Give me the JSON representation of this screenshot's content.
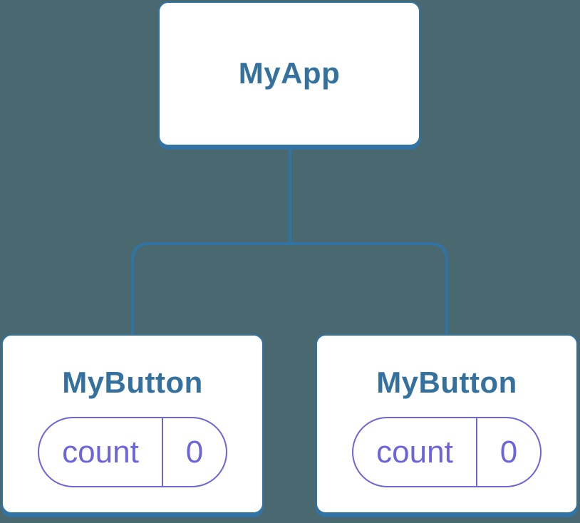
{
  "diagram": {
    "description": "component-tree",
    "root": {
      "label": "MyApp"
    },
    "children": [
      {
        "label": "MyButton",
        "state": {
          "key": "count",
          "value": "0"
        }
      },
      {
        "label": "MyButton",
        "state": {
          "key": "count",
          "value": "0"
        }
      }
    ]
  },
  "colors": {
    "background": "#4A6870",
    "node_fill": "#FFFFFF",
    "stroke_blue": "#3174A4",
    "text_blue": "#35719E",
    "accent_purple": "#6B64DA"
  }
}
